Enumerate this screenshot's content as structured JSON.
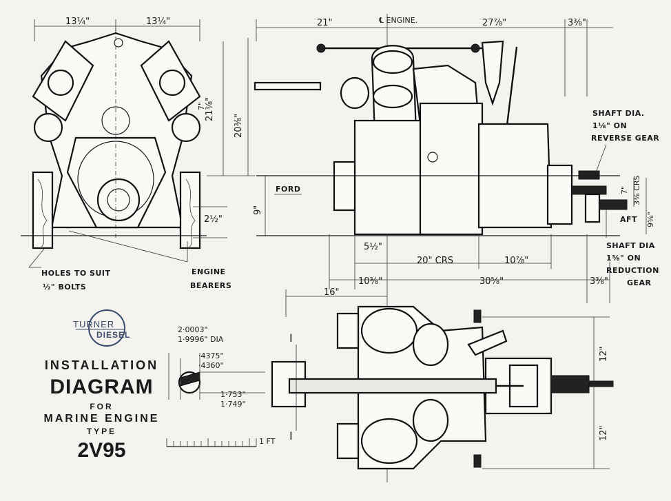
{
  "logo": {
    "line1": "TURNER",
    "line2": "DIESEL"
  },
  "title": {
    "line1": "INSTALLATION",
    "line2": "DIAGRAM",
    "line3": "FOR",
    "line4": "MARINE  ENGINE",
    "line5": "TYPE",
    "model": "2V95"
  },
  "front_view": {
    "dim_left": "13¼\"",
    "dim_right": "13¼\"",
    "dim_height_upper": "21⅛\"",
    "dim_height_upper_prefix": "7\"",
    "dim_height_total": "20⅜\"",
    "dim_bearer": "2½\"",
    "label_holes_1": "HOLES TO SUIT",
    "label_holes_2": "½\" BOLTS",
    "label_bearers_1": "ENGINE",
    "label_bearers_2": "BEARERS"
  },
  "side_view": {
    "dim_fwd": "21\"",
    "centerline": "℄ ENGINE.",
    "dim_aft": "27⅞\"",
    "dim_end": "3⅜\"",
    "label_fwd": "FORD",
    "label_aft": "AFT",
    "dim_9": "9\"",
    "dim_9_5_8": "9⅝\"",
    "dim_7_8": "7\"",
    "dim_3_8_crs": "3⅜ CRS",
    "shaft_rev_1": "SHAFT DIA.",
    "shaft_rev_2": "1⅛\" ON",
    "shaft_rev_3": "REVERSE GEAR",
    "shaft_red_1": "SHAFT DIA",
    "shaft_red_2": "1⅜\" ON",
    "shaft_red_3": "REDUCTION",
    "shaft_red_4": "GEAR",
    "dim_5_half": "5½\"",
    "dim_20_crs": "20\" CRS",
    "dim_10_7_8": "10⅞\"",
    "dim_10_3_8": "10⅜\"",
    "dim_30_5_8": "30⅝\"",
    "dim_3_3_8_b": "3⅜\""
  },
  "plan_view": {
    "dim_16": "16\"",
    "dim_12_top": "12\"",
    "dim_12_bot": "12\"",
    "section_mark": "I",
    "shaft_dia_1": "2·0003\"",
    "shaft_dia_2": "1·9996\" DIA",
    "key_1": "·4375\"",
    "key_2": "·4360\"",
    "key_3": "1·753\"",
    "key_4": "1·749\"",
    "scale_label": "1 FT"
  }
}
